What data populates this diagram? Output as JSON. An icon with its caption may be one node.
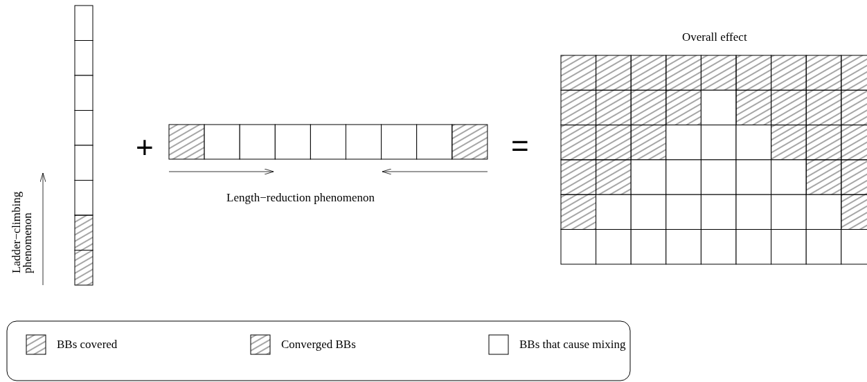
{
  "diagram": {
    "labels": [
      "Overall effect",
      "+",
      "=",
      "Length−reduction phenomenon",
      "Ladder−climbing phenomenon"
    ],
    "legend": [
      {
        "text": "BBs covered"
      },
      {
        "text": "Converged BBs"
      },
      {
        "text": "BBs that cause mixing",
        "color": "#ffffff"
      }
    ]
  }
}
